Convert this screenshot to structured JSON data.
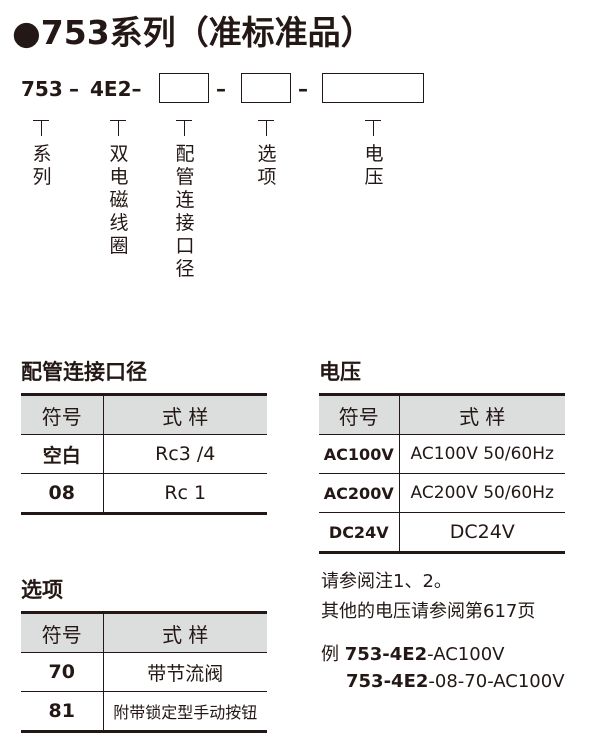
{
  "title": "●753系列（准标准品）",
  "model": {
    "prefix": "753",
    "dash1": "–",
    "part2": "4E2–",
    "dash2": "–",
    "dash3": "–",
    "labels": {
      "series": "系列",
      "double_coil": "双电磁线圈",
      "port_size": "配管连接口径",
      "option": "选项",
      "voltage": "电压"
    }
  },
  "port_table": {
    "title": "配管连接口径",
    "headers": [
      "符号",
      "式 样"
    ],
    "rows": [
      [
        "空白",
        "Rc3 /4"
      ],
      [
        "08",
        "Rc 1"
      ]
    ]
  },
  "voltage_table": {
    "title": "电压",
    "headers": [
      "符号",
      "式 样"
    ],
    "rows": [
      [
        "AC100V",
        "AC100V 50/60Hz"
      ],
      [
        "AC200V",
        "AC200V 50/60Hz"
      ],
      [
        "DC24V",
        "DC24V"
      ]
    ]
  },
  "option_table": {
    "title": "选项",
    "headers": [
      "符号",
      "式 样"
    ],
    "rows": [
      [
        "70",
        "带节流阀"
      ],
      [
        "81",
        "附带锁定型手动按钮"
      ]
    ]
  },
  "notes": {
    "line1": "请参阅注1、2。",
    "line2": "其他的电压请参阅第617页",
    "example_prefix": "例 ",
    "example1_bold": "753-4E2",
    "example1_rest": "-AC100V",
    "example2_bold": "753-4E2",
    "example2_rest": "-08-70-AC100V"
  }
}
